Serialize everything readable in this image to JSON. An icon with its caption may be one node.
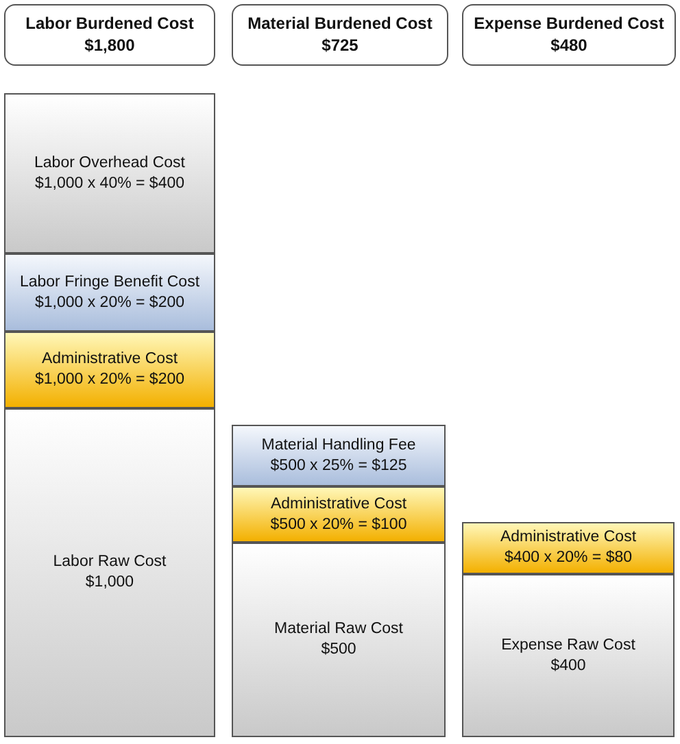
{
  "diagram": {
    "nodes": [
      {
        "text": [
          "Labor Burdened Cost",
          "$1,800"
        ]
      },
      {
        "text": [
          "Material Burdened Cost",
          "$725"
        ]
      },
      {
        "text": [
          "Expense Burdened Cost",
          "$480"
        ]
      },
      {
        "text": [
          "Labor Overhead Cost",
          "$1,000 x 40% = $400"
        ]
      },
      {
        "text": [
          "Labor Fringe Benefit Cost",
          "$1,000 x 20% = $200"
        ]
      },
      {
        "text": [
          "Administrative Cost",
          "$1,000 x 20% = $200"
        ]
      },
      {
        "text": [
          "Labor Raw Cost",
          "$1,000"
        ]
      },
      {
        "text": [
          "Material Handling Fee",
          "$500 x 25% = $125"
        ]
      },
      {
        "text": [
          "Administrative Cost",
          "$500 x 20% = $100"
        ]
      },
      {
        "text": [
          "Material Raw Cost",
          "$500"
        ]
      },
      {
        "text": [
          "Administrative Cost",
          "$400 x 20% = $80"
        ]
      },
      {
        "text": [
          "Expense Raw Cost",
          "$400"
        ]
      }
    ]
  }
}
